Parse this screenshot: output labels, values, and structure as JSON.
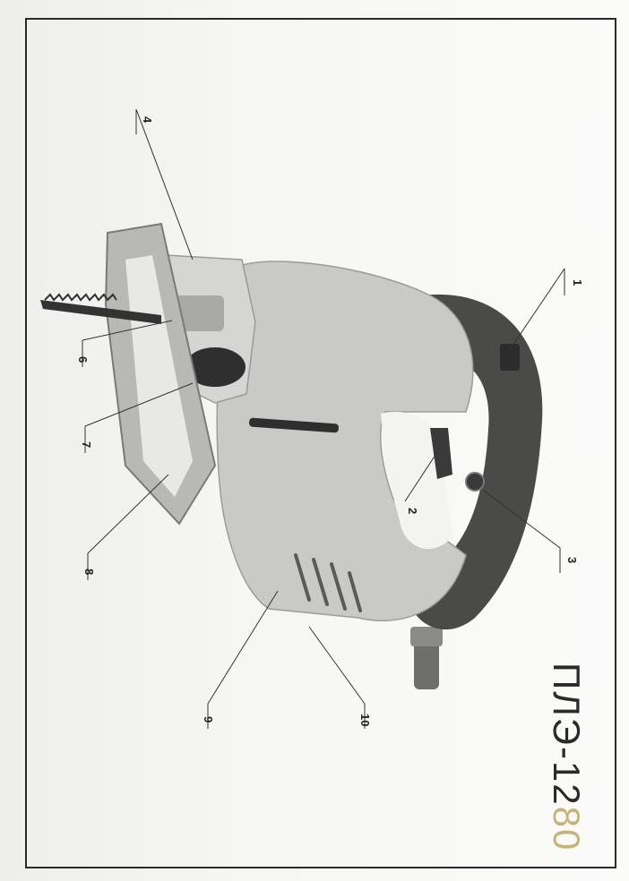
{
  "model": {
    "prefix": "ПЛЭ-12",
    "suffix": "80"
  },
  "colors": {
    "body": "#c9c9c7",
    "grip": "#4a4a48",
    "metal": "#9a9a98",
    "model_prefix": "#2a2a2a",
    "model_suffix": "#c9b27a"
  },
  "callouts": [
    "1",
    "2",
    "3",
    "4",
    "6",
    "7",
    "8",
    "9",
    "10"
  ]
}
